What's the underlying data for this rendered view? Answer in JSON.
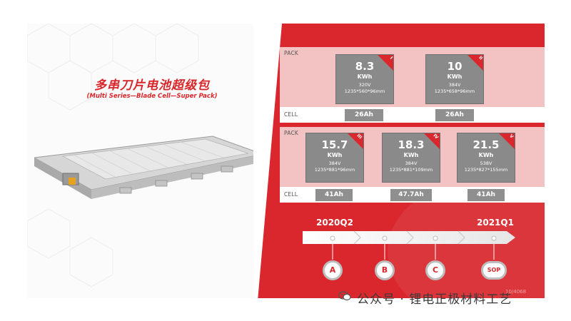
{
  "left": {
    "title_zh": "多串刀片电池超级包",
    "title_en": "(Multi Series—Blade Cell—Super Pack)"
  },
  "rows": {
    "pack_label": "PACK",
    "cell_label": "CELL"
  },
  "packs_row1": [
    {
      "kwh": "8.3",
      "unit": "KWh",
      "voltage": "320V",
      "dims": "1235*560*96mm",
      "roman": "I",
      "cell": "26Ah"
    },
    {
      "kwh": "10",
      "unit": "KWh",
      "voltage": "384V",
      "dims": "1235*658*96mm",
      "roman": "II",
      "cell": "26Ah"
    }
  ],
  "packs_row2": [
    {
      "kwh": "15.7",
      "unit": "KWh",
      "voltage": "384V",
      "dims": "1235*881*96mm",
      "roman": "III",
      "cell": "41Ah"
    },
    {
      "kwh": "18.3",
      "unit": "KWh",
      "voltage": "384V",
      "dims": "1235*881*109mm",
      "roman": "IV",
      "cell": "47.7Ah"
    },
    {
      "kwh": "21.5",
      "unit": "KWh",
      "voltage": "538V",
      "dims": "1235*827*155mm",
      "roman": "V",
      "cell": "41Ah"
    }
  ],
  "timeline": {
    "start_label": "2020Q2",
    "end_label": "2021Q1",
    "milestones": [
      "A",
      "B",
      "C",
      "SOP"
    ]
  },
  "page_number": "10/4068",
  "watermark": "公众号 · 锂电正极材料工艺",
  "colors": {
    "brand_red": "#d9272d",
    "band_pink": "#f3c2c3",
    "card_gray": "#8a8a8a"
  }
}
